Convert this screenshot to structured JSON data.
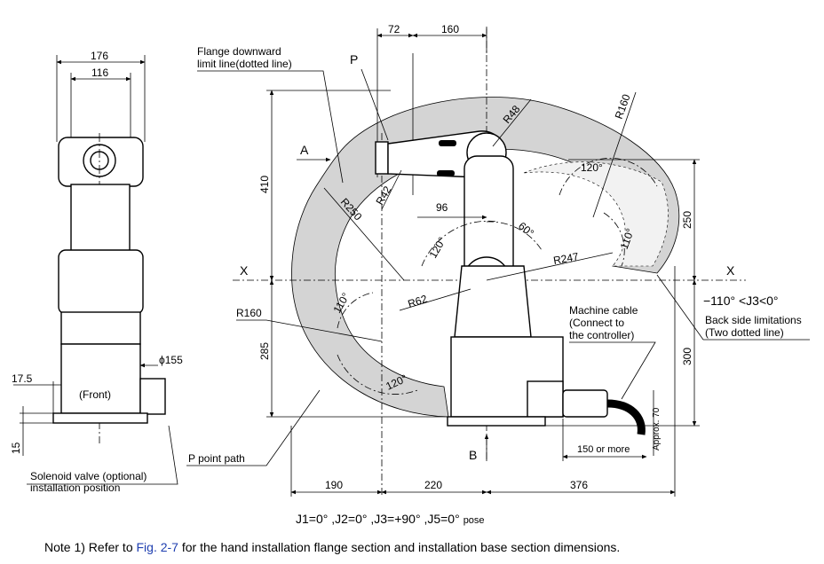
{
  "colors": {
    "region_fill": "#d4d4d4",
    "stroke": "#000000",
    "link": "#1f3fb0"
  },
  "front_view": {
    "width_outer": "176",
    "width_inner": "116",
    "diameter": "ϕ155",
    "offset": "17.5",
    "base_height": "15",
    "front_label": "(Front)",
    "solenoid_label_1": "Solenoid valve (optional)",
    "solenoid_label_2": "installation position"
  },
  "side_view": {
    "dim_72": "72",
    "dim_160_top": "160",
    "flange_label_1": "Flange downward",
    "flange_label_2": "limit line(dotted line)",
    "point_p": "P",
    "r48": "R48",
    "r160_top": "R160",
    "label_a": "A",
    "dim_410": "410",
    "r42": "R42",
    "r250": "R250",
    "angle_120_top": "120°",
    "dim_250": "250",
    "dim_96": "96",
    "angle_60": "60°",
    "angle_110_right": "110°",
    "angle_120_mid": "120°",
    "r247": "R247",
    "axis_x_left": "X",
    "axis_x_right": "X",
    "j3_limit": "−110° <J3<0°",
    "back_side_1": "Back side limitations",
    "back_side_2": "(Two dotted line)",
    "r62": "R62",
    "angle_110_left": "110°",
    "r160_left": "R160",
    "machine_cable_1": "Machine cable",
    "machine_cable_2": "(Connect to",
    "machine_cable_3": "the controller)",
    "dim_285": "285",
    "dim_300": "300",
    "angle_120_bottom": "120°",
    "approx_70": "Approx. 70",
    "label_b": "B",
    "cable_len": "150 or more",
    "p_point_path": "P point path",
    "dim_190": "190",
    "dim_220": "220",
    "dim_376": "376"
  },
  "pose_caption": "J1=0° ,J2=0° ,J3=+90° ,J5=0°",
  "pose_suffix": "pose",
  "note": {
    "prefix": "Note 1) Refer to ",
    "link": "Fig. 2-7",
    "suffix": " for the hand installation flange section and installation base section dimensions."
  }
}
